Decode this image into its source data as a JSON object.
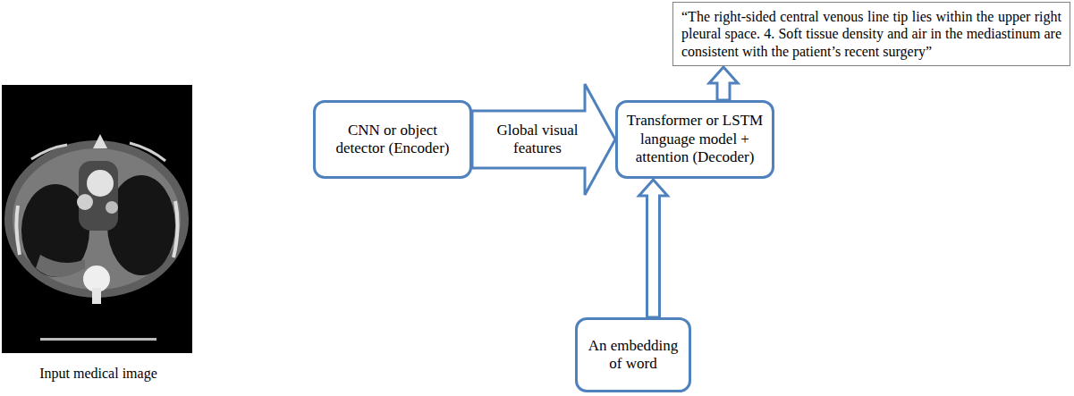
{
  "diagram": {
    "nodes": [
      {
        "text": [
          "CNN or object detector (Encoder)"
        ]
      },
      {
        "text": [
          "Transformer or LSTM language model + attention (Decoder)"
        ]
      },
      {
        "text": [
          "An embedding of word"
        ]
      },
      {
        "text": [
          "“The right-sided central venous line tip lies within the upper right pleural space. 4. Soft tissue density and air in the mediastinum are consistent with the patient’s recent surgery”"
        ]
      }
    ],
    "edges": [
      {
        "from": 0,
        "to": 1,
        "label": "Global visual features",
        "arrow": "to"
      },
      {
        "from": 2,
        "to": 1,
        "arrow": "to"
      },
      {
        "from": 1,
        "to": 3,
        "arrow": "to"
      }
    ],
    "labels": [
      "Input medical image"
    ]
  }
}
